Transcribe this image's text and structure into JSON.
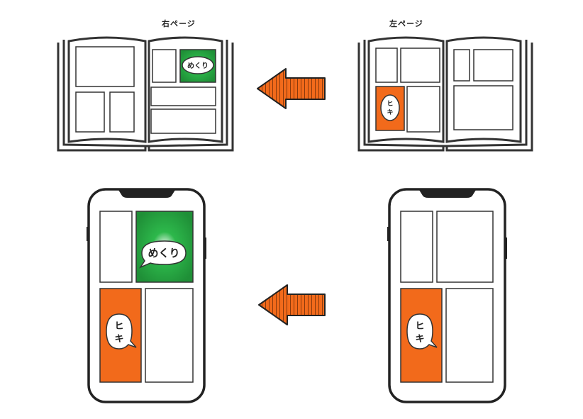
{
  "labels": {
    "right_page": "右ページ",
    "left_page": "左ページ"
  },
  "bubbles": {
    "mekuri": "めくり",
    "hiki_1": "ヒ",
    "hiki_2": "キ"
  },
  "colors": {
    "green": "#2db84b",
    "orange": "#f26a1b",
    "outline": "#333333"
  }
}
